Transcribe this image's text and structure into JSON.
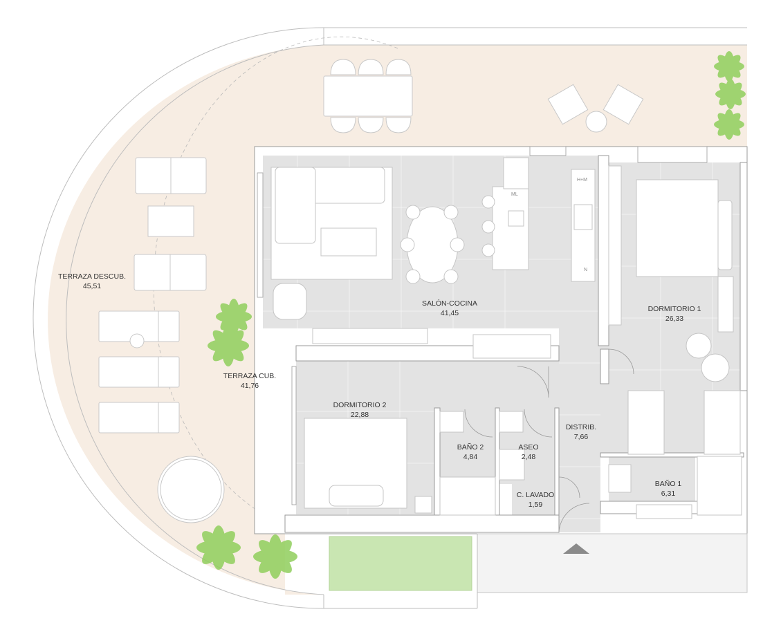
{
  "plan": {
    "rooms": [
      {
        "id": "terraza-descub",
        "name": "TERRAZA DESCUB.",
        "area": "45,51"
      },
      {
        "id": "terraza-cub",
        "name": "TERRAZA CUB.",
        "area": "41,76"
      },
      {
        "id": "salon-cocina",
        "name": "SALÓN-COCINA",
        "area": "41,45"
      },
      {
        "id": "dormitorio-1",
        "name": "DORMITORIO 1",
        "area": "26,33"
      },
      {
        "id": "dormitorio-2",
        "name": "DORMITORIO 2",
        "area": "22,88"
      },
      {
        "id": "bano-2",
        "name": "BAÑO 2",
        "area": "4,84"
      },
      {
        "id": "aseo",
        "name": "ASEO",
        "area": "2,48"
      },
      {
        "id": "distrib",
        "name": "DISTRIB.",
        "area": "7,66"
      },
      {
        "id": "bano-1",
        "name": "BAÑO 1",
        "area": "6,31"
      },
      {
        "id": "c-lavado",
        "name": "C. LAVADO",
        "area": "1,59"
      }
    ],
    "appliance_tags": {
      "washer_dryer": "H+M",
      "dishwasher": "ML",
      "fridge": "N"
    },
    "colors": {
      "terrace": "#f7ede3",
      "interior": "#e3e3e3",
      "wall": "#ffffff",
      "outline": "#9a9a9a",
      "lawn": "#c9e6b2",
      "plant": "#8fce5c",
      "entrance": "#8a8a8a"
    }
  }
}
